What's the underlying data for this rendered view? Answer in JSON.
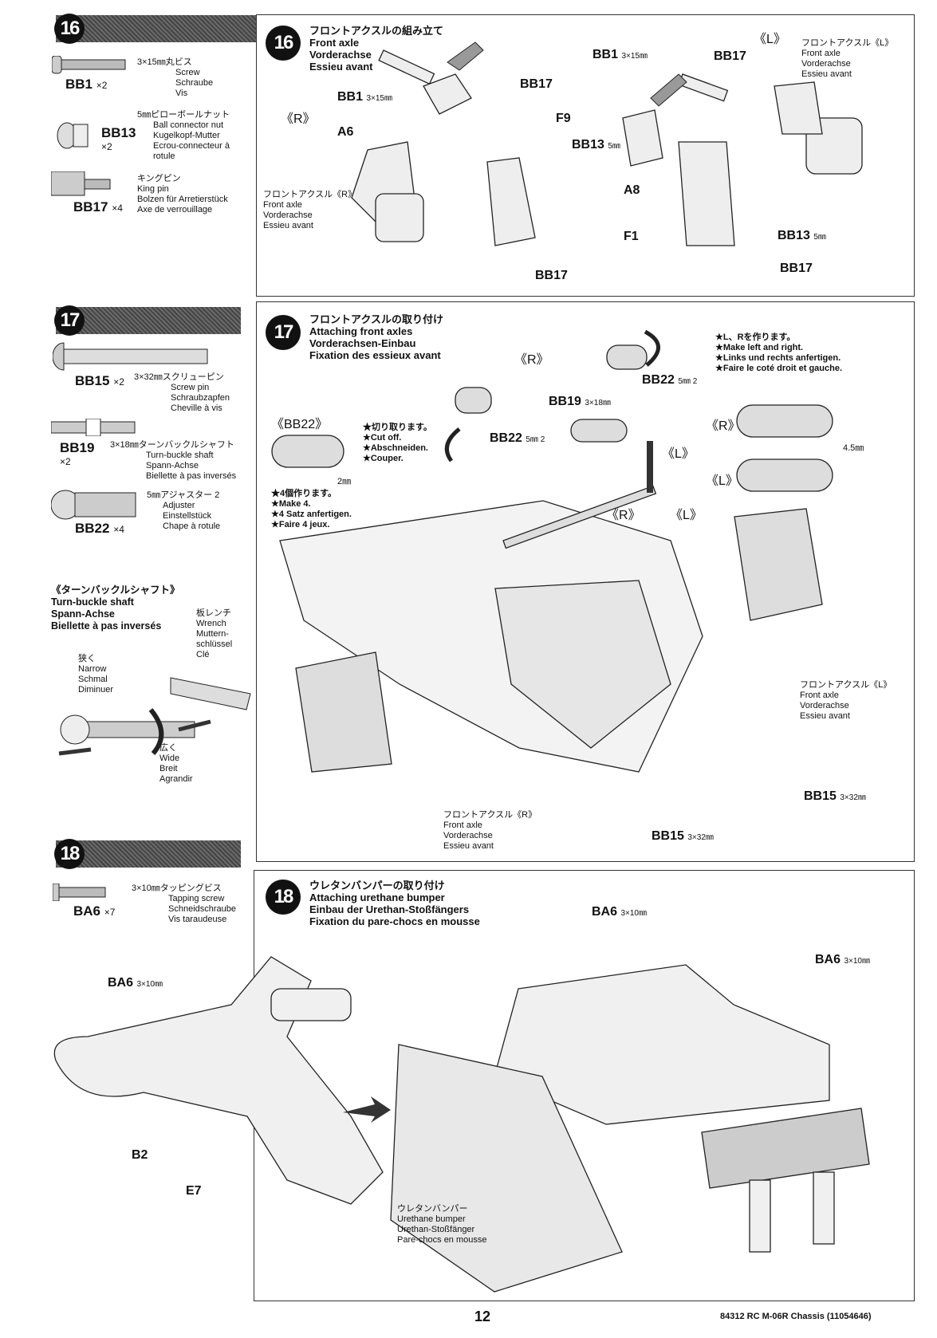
{
  "left": {
    "step16": {
      "num": "16",
      "parts": [
        {
          "id": "BB1",
          "qty": "×2",
          "jp": "3×15㎜丸ビス",
          "en": "Screw",
          "de": "Schraube",
          "fr": "Vis"
        },
        {
          "id": "BB13",
          "qty": "×2",
          "jp": "5㎜ピローボールナット",
          "en": "Ball connector nut",
          "de": "Kugelkopf-Mutter",
          "fr": "Ecrou-connecteur à rotule"
        },
        {
          "id": "BB17",
          "qty": "×4",
          "jp": "キングピン",
          "en": "King pin",
          "de": "Bolzen für Arretierstück",
          "fr": "Axe de verrouillage"
        }
      ]
    },
    "step17": {
      "num": "17",
      "parts": [
        {
          "id": "BB15",
          "qty": "×2",
          "jp": "3×32㎜スクリューピン",
          "en": "Screw pin",
          "de": "Schraubzapfen",
          "fr": "Cheville à vis"
        },
        {
          "id": "BB19",
          "qty": "×2",
          "jp": "3×18㎜ターンバックルシャフト",
          "en": "Turn-buckle shaft",
          "de": "Spann-Achse",
          "fr": "Biellette à pas inversés"
        },
        {
          "id": "BB22",
          "qty": "×4",
          "jp": "5㎜アジャスター 2",
          "en": "Adjuster",
          "de": "Einstellstück",
          "fr": "Chape à rotule"
        }
      ],
      "turnbuckle": {
        "title": "《ターンバックルシャフト》",
        "en": "Turn-buckle shaft",
        "de": "Spann-Achse",
        "fr": "Biellette à pas inversés",
        "wrench": [
          "板レンチ",
          "Wrench",
          "Muttern-",
          "schlüssel",
          "Clé"
        ],
        "narrow": [
          "狭く",
          "Narrow",
          "Schmal",
          "Diminuer"
        ],
        "wide": [
          "広く",
          "Wide",
          "Breit",
          "Agrandir"
        ]
      }
    },
    "step18": {
      "num": "18",
      "parts": [
        {
          "id": "BA6",
          "qty": "×7",
          "jp": "3×10㎜タッピングビス",
          "en": "Tapping screw",
          "de": "Schneidschraube",
          "fr": "Vis taraudeuse"
        }
      ]
    }
  },
  "step16": {
    "num": "16",
    "title": "フロントアクスルの組み立て",
    "en": "Front axle",
    "de": "Vorderachse",
    "fr": "Essieu avant",
    "R": "《R》",
    "L": "《L》",
    "axleR": [
      "フロントアクスル《R》",
      "Front axle",
      "Vorderachse",
      "Essieu avant"
    ],
    "axleL": [
      "フロントアクスル《L》",
      "Front axle",
      "Vorderachse",
      "Essieu avant"
    ],
    "labels": {
      "bb1": "BB1",
      "bb1size": "3×15㎜",
      "bb17": "BB17",
      "bb13": "BB13",
      "bb13size": "5㎜",
      "a6": "A6",
      "f9": "F9",
      "a8": "A8",
      "f1": "F1"
    }
  },
  "step17": {
    "num": "17",
    "title": "フロントアクスルの取り付け",
    "en": "Attaching front axles",
    "de": "Vorderachsen-Einbau",
    "fr": "Fixation des essieux avant",
    "notes": [
      "★L、Rを作ります。",
      "★Make left and right.",
      "★Links und rechts anfertigen.",
      "★Faire le coté droit et gauche."
    ],
    "bb22": "《BB22》",
    "cut": [
      "★切り取ります。",
      "★Cut off.",
      "★Abschneiden.",
      "★Couper."
    ],
    "cutdim": "2㎜",
    "make4": [
      "★4個作ります。",
      "★Make 4.",
      "★4 Satz anfertigen.",
      "★Faire 4 jeux."
    ],
    "R": "《R》",
    "L": "《L》",
    "dim": "4.5㎜",
    "labels": {
      "bb22": "BB22",
      "bb22size": "5㎜ 2",
      "bb19": "BB19",
      "bb19size": "3×18㎜",
      "bb15": "BB15",
      "bb15size": "3×32㎜"
    },
    "axleL": [
      "フロントアクスル《L》",
      "Front axle",
      "Vorderachse",
      "Essieu avant"
    ],
    "axleR": [
      "フロントアクスル《R》",
      "Front axle",
      "Vorderachse",
      "Essieu avant"
    ]
  },
  "step18": {
    "num": "18",
    "title": "ウレタンバンパーの取り付け",
    "en": "Attaching urethane bumper",
    "de": "Einbau der Urethan-Stoßfängers",
    "fr": "Fixation du pare-chocs en mousse",
    "labels": {
      "ba6": "BA6",
      "ba6size": "3×10㎜",
      "b2": "B2",
      "e7": "E7"
    },
    "bumper": [
      "ウレタンバンパー",
      "Urethane bumper",
      "Urethan-Stoßfänger",
      "Pare-chocs en mousse"
    ]
  },
  "footer": {
    "page": "12",
    "model": "84312 RC M-06R Chassis (11054646)"
  }
}
